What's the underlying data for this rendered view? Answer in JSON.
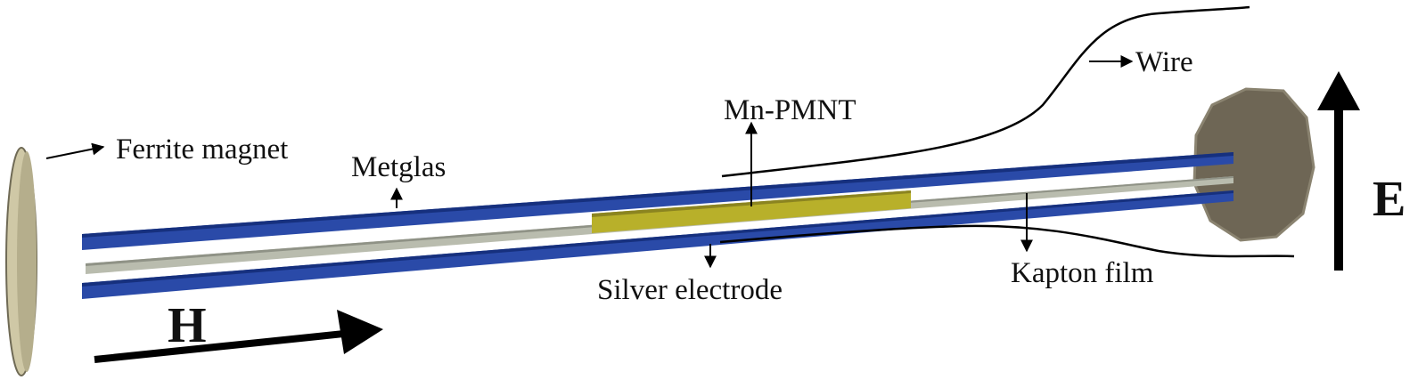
{
  "labels": {
    "ferrite_magnet": "Ferrite magnet",
    "metglas": "Metglas",
    "mn_pmnt": "Mn-PMNT",
    "wire": "Wire",
    "silver_electrode": "Silver electrode",
    "kapton_film": "Kapton film",
    "field_h": "H",
    "field_e": "E"
  },
  "colors": {
    "metglas": "#2a4aa8",
    "metglas_edge": "#16307e",
    "kapton": "#b9bcae",
    "mn_pmnt": "#b8b02a",
    "magnet_face": "#6e6655",
    "magnet_rim": "#cfc8a6",
    "line": "#000000"
  }
}
